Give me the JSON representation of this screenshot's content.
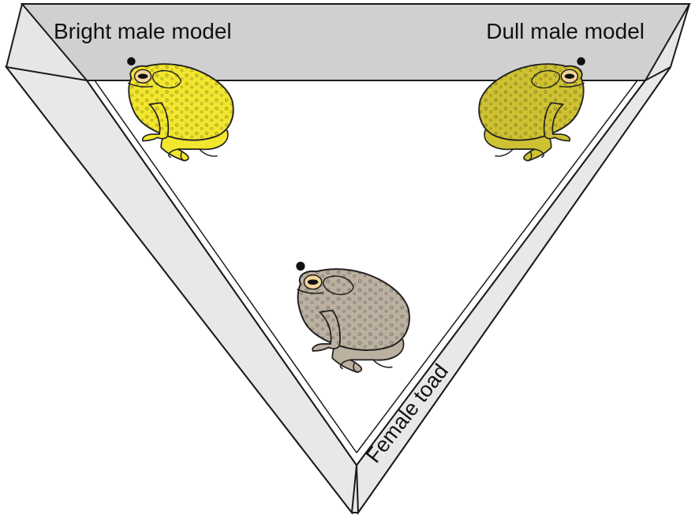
{
  "labels": {
    "bright_male_model": "Bright male model",
    "dull_male_model": "Dull male model",
    "female_toad": "Female toad"
  },
  "colors": {
    "bright_toad": "#f2e62e",
    "dull_toad": "#cfc232",
    "female_toad": "#bcb1a1",
    "arena_wall": "#e8e8e8",
    "arena_back_wall": "#d0d0d0",
    "arena_outline": "#1a1a1a"
  },
  "toads": [
    {
      "role": "bright-male-model",
      "icon": "toad-icon"
    },
    {
      "role": "dull-male-model",
      "icon": "toad-icon"
    },
    {
      "role": "female-toad",
      "icon": "toad-icon"
    }
  ]
}
